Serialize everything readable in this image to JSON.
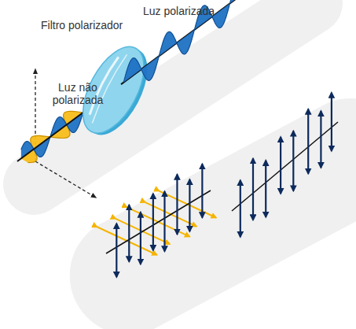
{
  "diagram": {
    "labels": [
      "Filtro polarizador",
      "Luz polarizada",
      "Luz não polarizada"
    ]
  }
}
